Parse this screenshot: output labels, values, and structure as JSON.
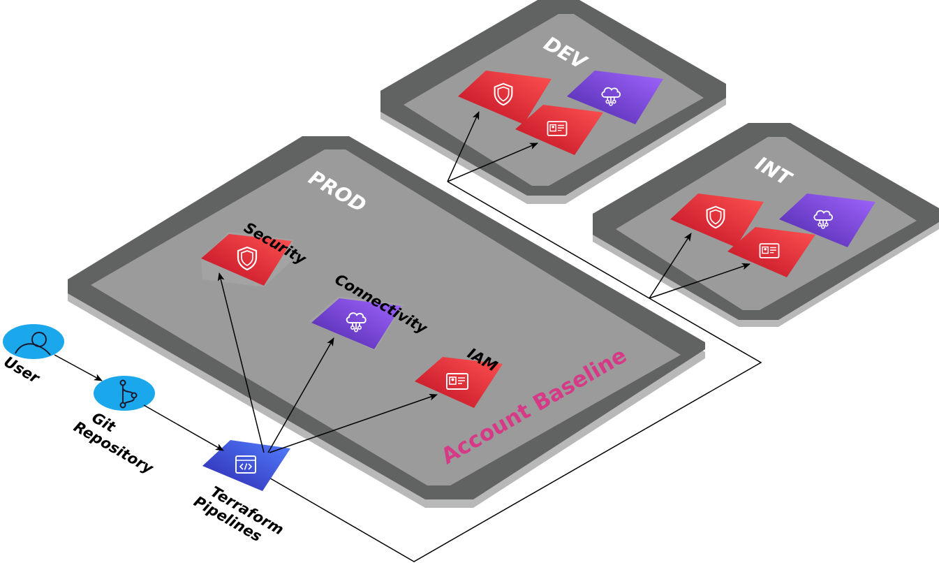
{
  "environments": {
    "prod": "PROD",
    "dev": "DEV",
    "int": "INT"
  },
  "baseline_label": "Account Baseline",
  "services": {
    "security": "Security",
    "connectivity": "Connectivity",
    "iam": "IAM"
  },
  "actors": {
    "user": "User",
    "git_repo": [
      "Git",
      "Repository"
    ],
    "pipelines": [
      "Terraform",
      "Pipelines"
    ]
  },
  "colors": {
    "platform_outer": "#616262",
    "platform_inner": "#9b9b9b",
    "platform_shadow": "#b8b8b8",
    "security_red": "#e0263a",
    "connectivity_purple": "#7a3ee8",
    "pipeline_blue": "#3b48cc",
    "actor_cyan": "#1aa7ec",
    "baseline_pink": "#d63a86"
  },
  "icons": {
    "security": "shield-icon",
    "connectivity": "cloud-network-icon",
    "iam": "id-card-icon",
    "user": "user-icon",
    "git": "git-branch-icon",
    "pipeline": "code-pipeline-icon"
  }
}
